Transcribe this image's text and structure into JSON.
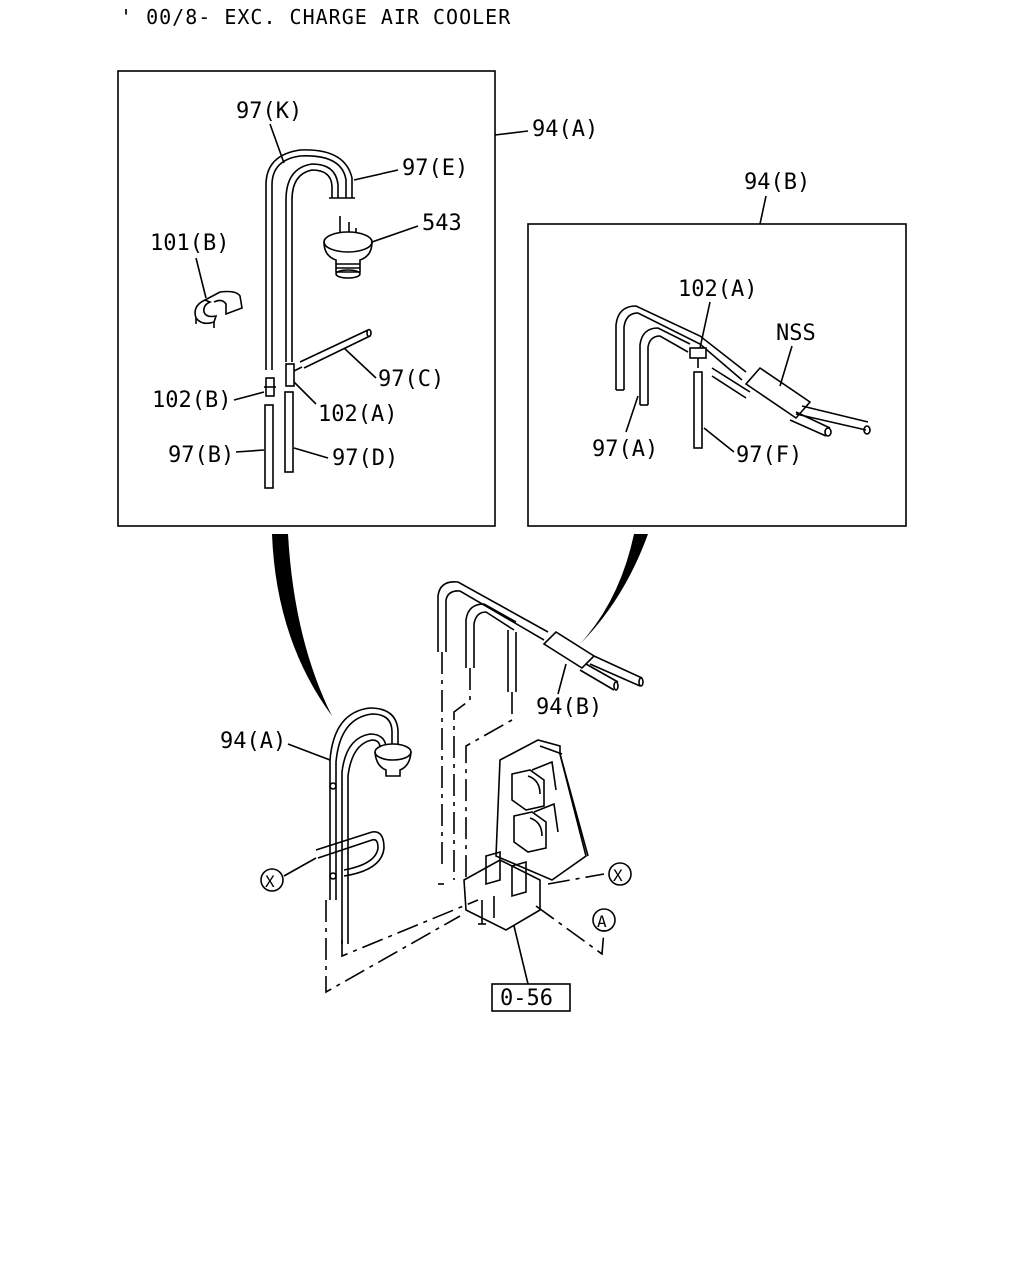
{
  "header": {
    "title": "' 00/8- EXC. CHARGE AIR COOLER"
  },
  "colors": {
    "line": "#000000",
    "background": "#ffffff"
  },
  "detail_a": {
    "callout": "94(A)",
    "labels": {
      "k97": "97(K)",
      "e97": "97(E)",
      "p543": "543",
      "b101": "101(B)",
      "c97": "97(C)",
      "b102": "102(B)",
      "a102": "102(A)",
      "b97": "97(B)",
      "d97": "97(D)"
    }
  },
  "detail_b": {
    "callout": "94(B)",
    "labels": {
      "a102": "102(A)",
      "nss": "NSS",
      "a97": "97(A)",
      "f97": "97(F)"
    }
  },
  "assembly": {
    "a94": "94(A)",
    "b94": "94(B)",
    "ref_x_left": "X",
    "ref_x_right": "X",
    "ref_a": "A",
    "ref_box": "0-56"
  }
}
